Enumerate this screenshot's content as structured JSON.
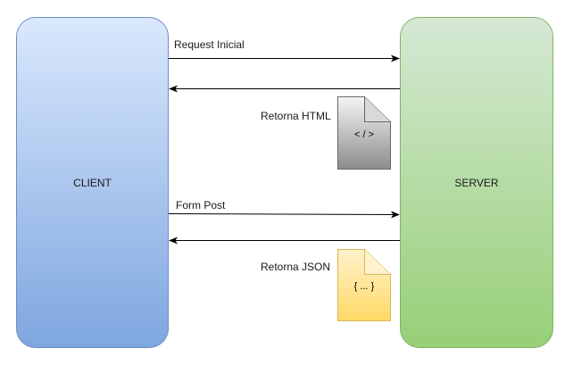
{
  "nodes": {
    "client": {
      "label": "CLIENT"
    },
    "server": {
      "label": "SERVER"
    }
  },
  "messages": [
    {
      "label": "Request Inicial",
      "direction": "client-to-server"
    },
    {
      "label": "",
      "direction": "server-to-client"
    },
    {
      "label": "Form Post",
      "direction": "client-to-server"
    },
    {
      "label": "",
      "direction": "server-to-client"
    }
  ],
  "documents": [
    {
      "caption": "Retorna HTML",
      "content": "< / >",
      "color": "#8c8c8c"
    },
    {
      "caption": "Retorna JSON",
      "content": "{ ... }",
      "color": "#ffd966"
    }
  ]
}
